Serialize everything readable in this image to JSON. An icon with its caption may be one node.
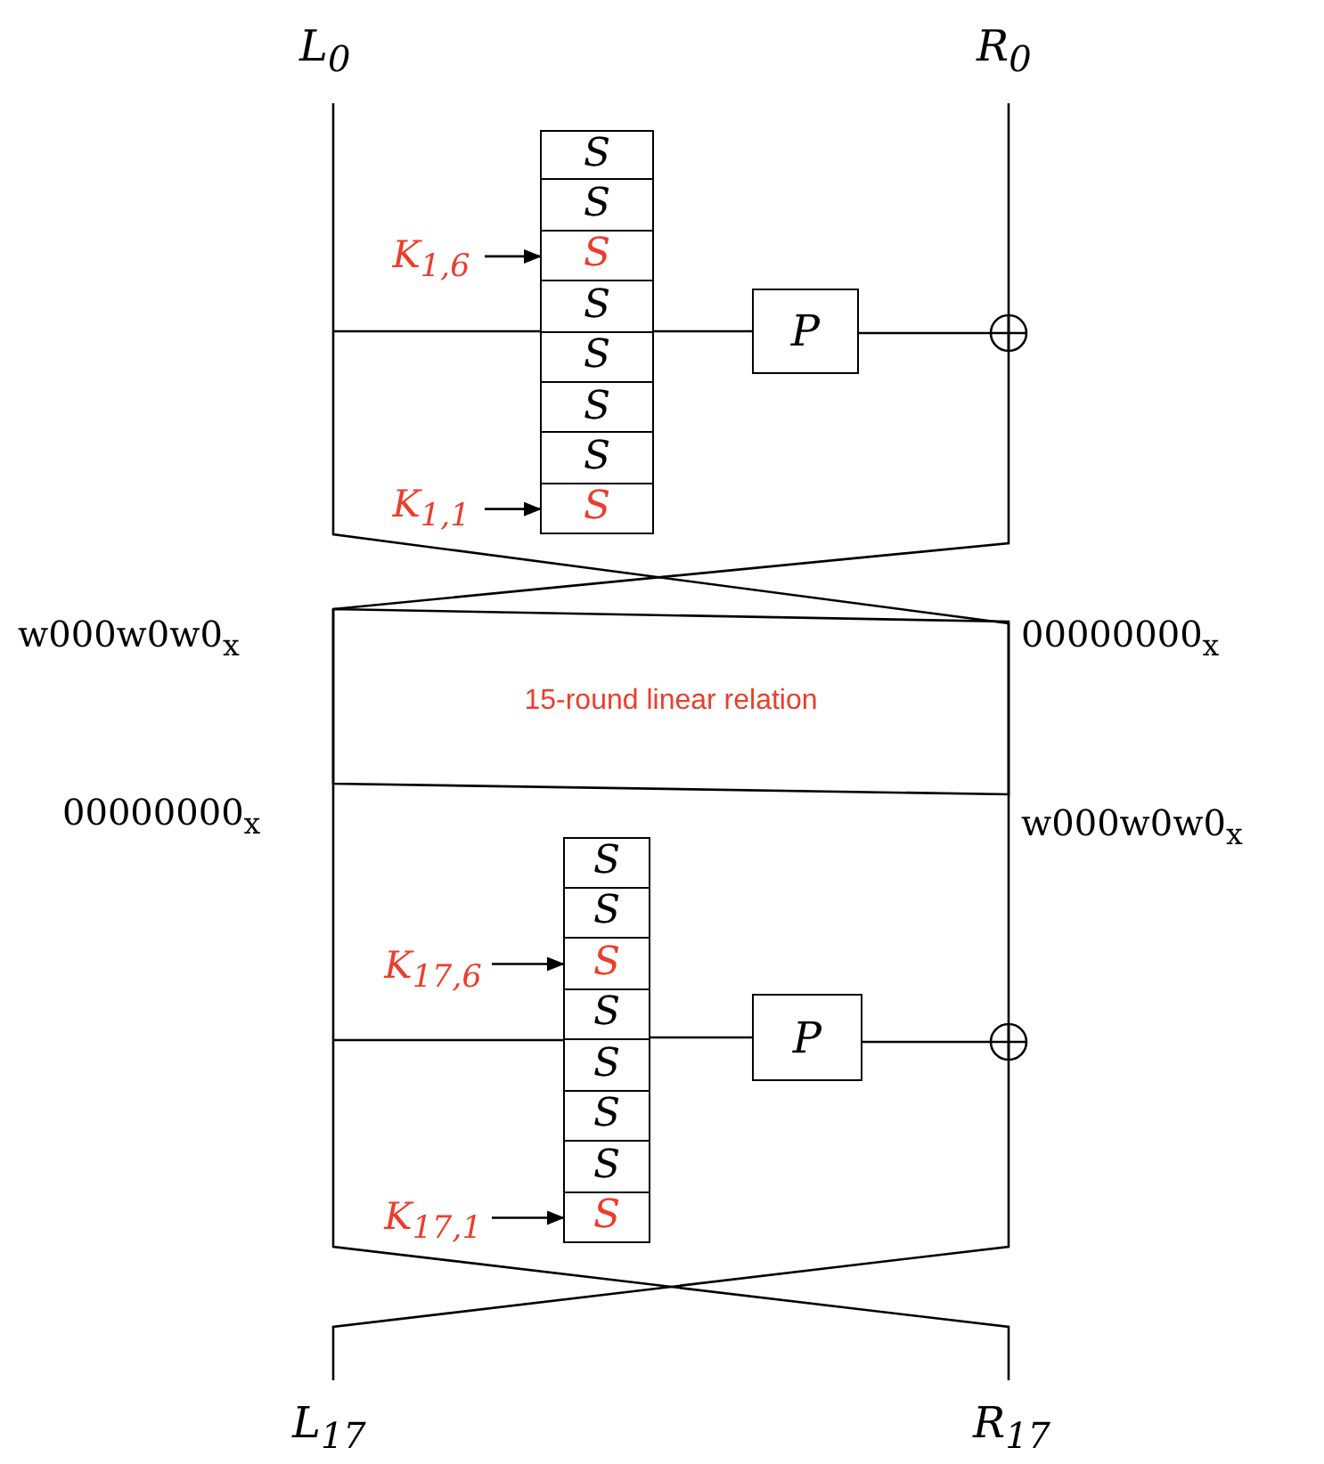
{
  "diagram": {
    "nodes": [
      {
        "text": [
          "S"
        ]
      },
      {
        "text": [
          "S"
        ]
      },
      {
        "text": [
          "S"
        ]
      },
      {
        "text": [
          "S"
        ]
      },
      {
        "text": [
          "S"
        ]
      },
      {
        "text": [
          "S"
        ]
      },
      {
        "text": [
          "S"
        ]
      },
      {
        "text": [
          "S"
        ]
      },
      {
        "text": [
          "K$_{1,6}$"
        ]
      },
      {
        "text": [
          "K$_{1,1}$"
        ]
      },
      {
        "text": [
          "P"
        ]
      },
      {
        "text": [],
        "shape": "circle"
      },
      {
        "text": [
          "15-round linear relation"
        ]
      },
      {
        "text": [
          "S"
        ]
      },
      {
        "text": [
          "S"
        ]
      },
      {
        "text": [
          "S"
        ]
      },
      {
        "text": [
          "S"
        ]
      },
      {
        "text": [
          "S"
        ]
      },
      {
        "text": [
          "S"
        ]
      },
      {
        "text": [
          "S"
        ]
      },
      {
        "text": [
          "S"
        ]
      },
      {
        "text": [
          "K$_{17,6}$"
        ]
      },
      {
        "text": [
          "K$_{17,1}$"
        ]
      },
      {
        "text": [
          "P"
        ]
      },
      {
        "text": [],
        "shape": "circle"
      }
    ],
    "edges": [
      {
        "from": 8,
        "to": 2,
        "arrow": "to"
      },
      {
        "from": 9,
        "to": 7,
        "arrow": "to"
      },
      {
        "from": 3,
        "to": 10,
        "arrow": "none"
      },
      {
        "from": 10,
        "to": 11,
        "arrow": "none"
      },
      {
        "from": 21,
        "to": 15,
        "arrow": "to"
      },
      {
        "from": 22,
        "to": 20,
        "arrow": "to"
      },
      {
        "from": 16,
        "to": 23,
        "arrow": "none"
      },
      {
        "from": 23,
        "to": 24,
        "arrow": "none"
      }
    ],
    "labels": [
      "L$_{0}$",
      "R$_{0}$",
      "w000w0w0$_{x}$",
      "00000000$_{x}$",
      "00000000$_{x}$",
      "w000w0w0$_{x}$",
      "L$_{17}$",
      "R$_{17}$"
    ]
  }
}
